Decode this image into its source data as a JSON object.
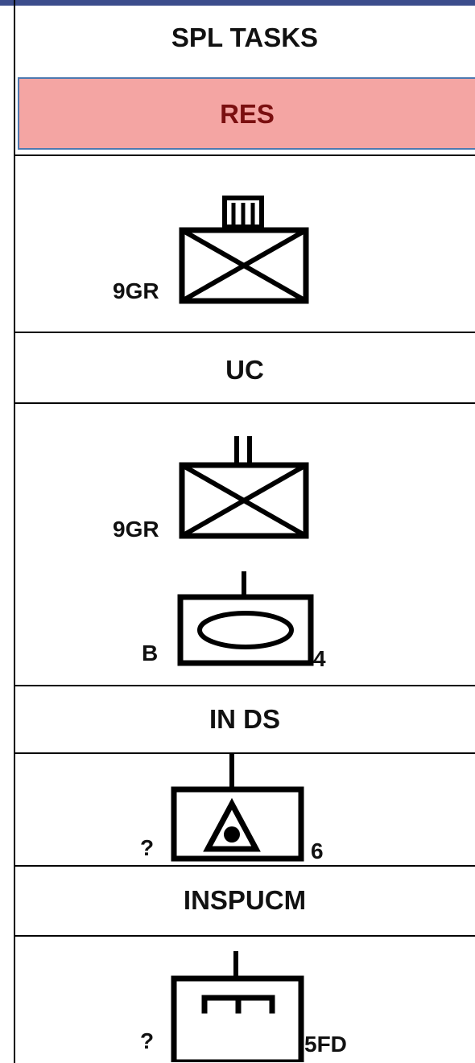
{
  "header": {
    "title": "SPL TASKS"
  },
  "res": {
    "label": "RES"
  },
  "symbols": {
    "res_unit": {
      "left_tag": "9GR",
      "echelon": "III"
    },
    "uc_unit": {
      "left_tag": "9GR",
      "echelon": "II"
    },
    "tracked": {
      "left_tag": "B",
      "right_tag": "4"
    },
    "sensor": {
      "left_tag": "?",
      "right_tag": "6"
    },
    "fd": {
      "left_tag": "?",
      "right_tag": "5FD"
    }
  },
  "sections": {
    "uc": {
      "label": "UC"
    },
    "in_ds": {
      "label": "IN DS"
    },
    "inspucm": {
      "label": "INSPUCM"
    }
  },
  "colors": {
    "top_bar": "#3c4d8c",
    "res_fill": "#f4a5a3",
    "res_border": "#4d79b0",
    "res_text": "#7a0f10"
  },
  "icons": [
    "infantry-unit-symbol",
    "armour-unit-symbol",
    "sensor-unit-symbol",
    "engineer-unit-symbol"
  ]
}
